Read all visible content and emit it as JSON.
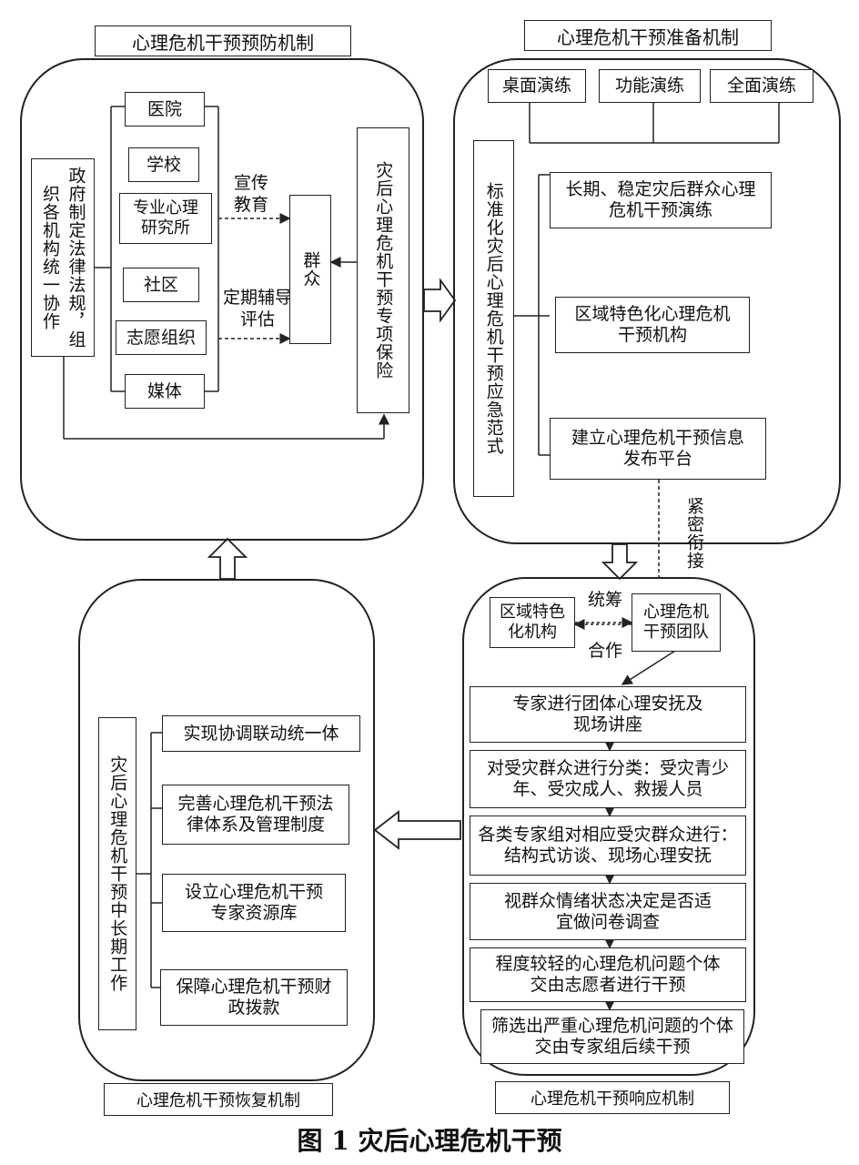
{
  "figure_caption": "图 1  灾后心理危机干预",
  "prevention": {
    "title": "心理危机干预预防机制",
    "government": "政府制定法律法规，组织各机构统一协作",
    "agencies": [
      "医院",
      "学校",
      "专业心理研究所",
      "社区",
      "志愿组织",
      "媒体"
    ],
    "education_label": "宣传教育",
    "assessment_label": "定期辅导评估",
    "public": "群众",
    "insurance": "灾后心理危机干预专项保险"
  },
  "preparation": {
    "title": "心理危机干预准备机制",
    "drills": [
      "桌面演练",
      "功能演练",
      "全面演练"
    ],
    "standard": "标准化灾后心理危机干预应急范式",
    "items": [
      "长期、稳定灾后群众心理危机干预演练",
      "区域特色化心理危机干预机构",
      "建立心理危机干预信息发布平台"
    ],
    "link_label": "紧密衔接"
  },
  "response": {
    "title": "心理危机干预响应机制",
    "regional_org": "区域特色化机构",
    "team": "心理危机干预团队",
    "coordinate_label": "统筹",
    "cooperate_label": "合作",
    "steps": [
      "专家进行团体心理安抚及现场讲座",
      "对受灾群众进行分类：受灾青少年、受灾成人、救援人员",
      "各类专家组对相应受灾群众进行：结构式访谈、现场心理安抚",
      "视群众情绪状态决定是否适宜做问卷调查",
      "程度较轻的心理危机问题个体交由志愿者进行干预",
      "筛选出严重心理危机问题的个体交由专家组后续干预"
    ]
  },
  "recovery": {
    "title": "心理危机干预恢复机制",
    "main": "灾后心理危机干预中长期工作",
    "items": [
      "实现协调联动统一体",
      "完善心理危机干预法律体系及管理制度",
      "设立心理危机干预专家资源库",
      "保障心理危机干预财政拨款"
    ]
  }
}
